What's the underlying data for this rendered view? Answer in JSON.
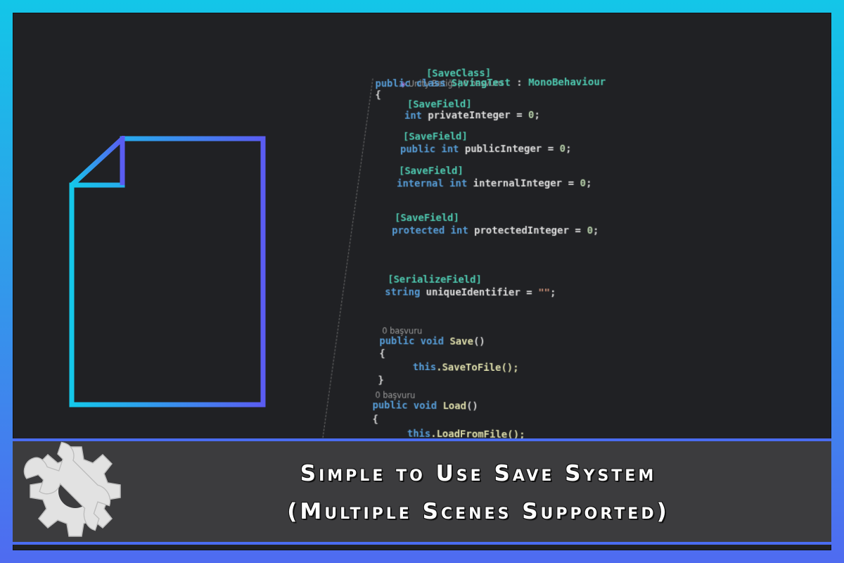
{
  "code": {
    "hint_unity": "Unity Betiği | 0 başvuru",
    "hint_refs": "0 başvuru",
    "lines": {
      "save_class": "[SaveClass]",
      "class_decl_kw": "public class",
      "class_name": "SavingTest",
      "class_base_sep": " : ",
      "class_base": "MonoBehaviour",
      "open_brace": "{",
      "close_brace": "}",
      "save_field": "[SaveField]",
      "serialize_field": "[SerializeField]",
      "int_kw": "int",
      "public_int_kw": "public int",
      "internal_int_kw": "internal int",
      "protected_int_kw": "protected int",
      "string_kw": "string",
      "private_integer": " privateInteger = ",
      "public_integer": " publicInteger = ",
      "internal_integer": " internalInteger = ",
      "protected_integer": " protectedInteger = ",
      "unique_identifier": " uniqueIdentifier = ",
      "zero": "0",
      "empty_string": "\"\"",
      "semicolon": ";",
      "public_void": "public void",
      "save_method": "Save",
      "load_method": "Load",
      "parens": "()",
      "this_kw": "this",
      "save_to_file": ".SaveToFile();",
      "load_from_file": ".LoadFromFile();"
    }
  },
  "banner": {
    "title_line1": "Simple to Use Save System",
    "title_line2": "(Multiple Scenes Supported)"
  },
  "icons": {
    "document": "document-icon",
    "gear_wrench": "gear-wrench-icon",
    "unity": "unity-icon"
  },
  "colors": {
    "frame_top": "#13c6e8",
    "frame_bottom": "#4f6bf0",
    "background": "#202124",
    "banner": "#3c3c3e",
    "accent": "#4a6cf0"
  }
}
